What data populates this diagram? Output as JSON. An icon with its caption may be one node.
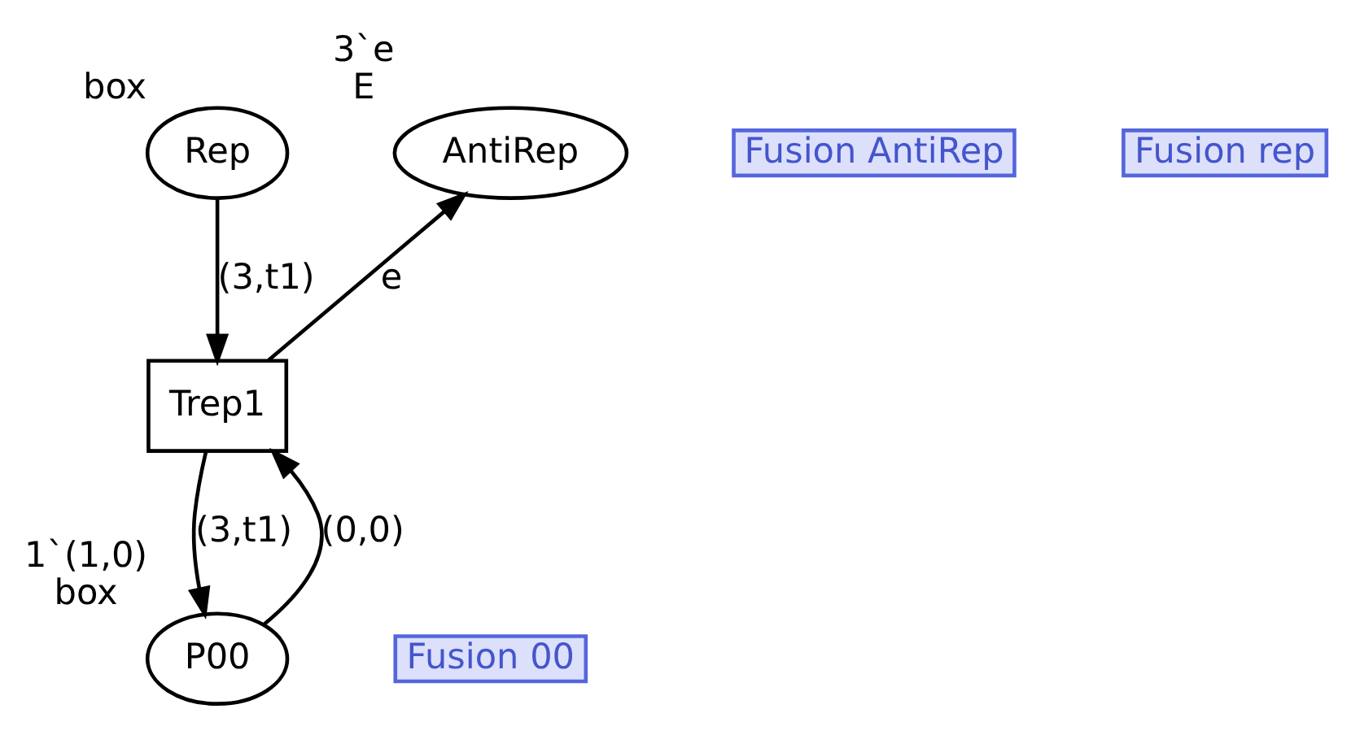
{
  "diagram": {
    "nodes": [
      {
        "text": [
          "Rep"
        ],
        "beside": [
          "box"
        ]
      },
      {
        "text": [
          "AntiRep"
        ],
        "beside": [
          "3`e",
          "E"
        ]
      },
      {
        "text": [
          "Trep1"
        ]
      },
      {
        "text": [
          "P00"
        ],
        "beside": [
          "1`(1,0)",
          "box"
        ]
      }
    ],
    "edges": [
      {
        "from": 0,
        "to": 2,
        "arrow": "to",
        "label": "(3,t1)"
      },
      {
        "from": 3,
        "to": 2,
        "arrow": "to",
        "label": "(0,0)"
      },
      {
        "from": 2,
        "to": 1,
        "arrow": "to",
        "label": "e"
      },
      {
        "from": 2,
        "to": 3,
        "arrow": "to",
        "label": "(3,t1)"
      }
    ],
    "labels": [
      "Fusion AntiRep",
      "Fusion rep",
      "Fusion 00"
    ]
  }
}
